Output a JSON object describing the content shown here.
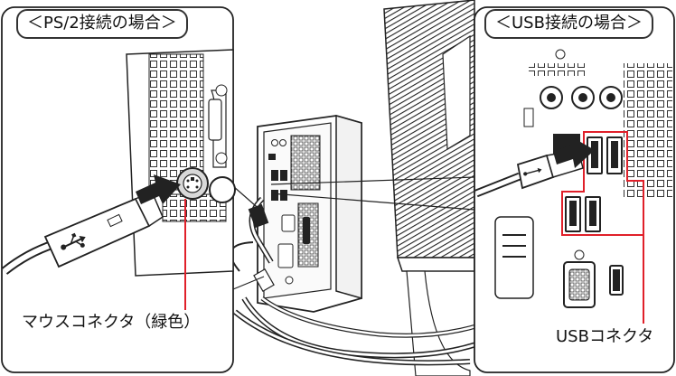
{
  "left_callout": {
    "title": "＜PS/2接続の場合＞"
  },
  "right_callout": {
    "title": "＜USB接続の場合＞"
  },
  "labels": {
    "mouse_connector": "マウスコネクタ（緑色）",
    "usb_connector": "USBコネクタ"
  },
  "colors": {
    "highlight": "#e0202a",
    "line": "#222222",
    "ps2_port": "#d8d8d8"
  },
  "icons": [
    "usb-symbol-icon",
    "arrow-right-icon",
    "monitor-icon",
    "pc-tower-icon"
  ]
}
